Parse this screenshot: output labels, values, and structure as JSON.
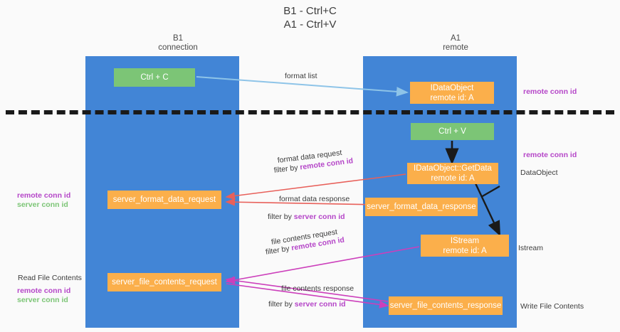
{
  "title": {
    "line1": "B1 - Ctrl+C",
    "line2": "A1 - Ctrl+V"
  },
  "lanes": [
    {
      "name": "B1",
      "subtitle": "connection",
      "color": "#4285d6"
    },
    {
      "name": "A1",
      "subtitle": "remote",
      "color": "#4285d6"
    }
  ],
  "colors": {
    "lane": "#4285d6",
    "green_box": "#7cc576",
    "orange_box": "#fbaf4b",
    "purple_text": "#b546c8",
    "green_text": "#7cc576",
    "arrow_blue": "#8ec4e8",
    "arrow_red": "#e8605a",
    "arrow_magenta": "#cc3fbb",
    "arrow_black": "#1a1a1a",
    "divider": "#1a1a1a",
    "background": "#fafafa"
  },
  "boxes": {
    "ctrl_c": {
      "label": "Ctrl + C",
      "style": "green"
    },
    "idataobject": {
      "label": "IDataObject",
      "sub": "remote id: A",
      "style": "orange"
    },
    "ctrl_v": {
      "label": "Ctrl + V",
      "style": "green"
    },
    "getdata": {
      "label": "IDataObject::GetData",
      "sub": "remote id: A",
      "style": "orange"
    },
    "server_format_data_request": {
      "label": "server_format_data_request",
      "style": "orange"
    },
    "server_format_data_response": {
      "label": "server_format_data_response",
      "style": "orange"
    },
    "istream": {
      "label": "IStream",
      "sub": "remote id: A",
      "style": "orange"
    },
    "server_file_contents_request": {
      "label": "server_file_contents_request",
      "style": "orange"
    },
    "server_file_contents_response": {
      "label": "server_file_contents_response",
      "style": "orange"
    }
  },
  "edge_labels": {
    "format_list": "format list",
    "format_data_request": "format data request",
    "format_data_request_filter_prefix": "filter by ",
    "format_data_request_filter_key": "remote conn id",
    "format_data_response": "format data response",
    "format_data_response_filter_prefix": "filter by ",
    "format_data_response_filter_key": "server conn id",
    "file_contents_request": "file contents request",
    "file_contents_request_filter_prefix": "filter by ",
    "file_contents_request_filter_key": "remote conn id",
    "file_contents_response": "file contents response",
    "file_contents_response_filter_prefix": "filter by ",
    "file_contents_response_filter_key": "server conn id"
  },
  "annotations": {
    "right": {
      "remote_conn_id_top": "remote conn id",
      "remote_conn_id_mid": "remote conn id",
      "dataobject": "DataObject",
      "istream": "Istream",
      "write_file_contents": "Write File Contents"
    },
    "left": {
      "remote_conn_id_mid": "remote conn id",
      "server_conn_id_mid": "server conn id",
      "read_file_contents": "Read File Contents",
      "remote_conn_id_bottom": "remote conn id",
      "server_conn_id_bottom": "server conn id"
    }
  }
}
